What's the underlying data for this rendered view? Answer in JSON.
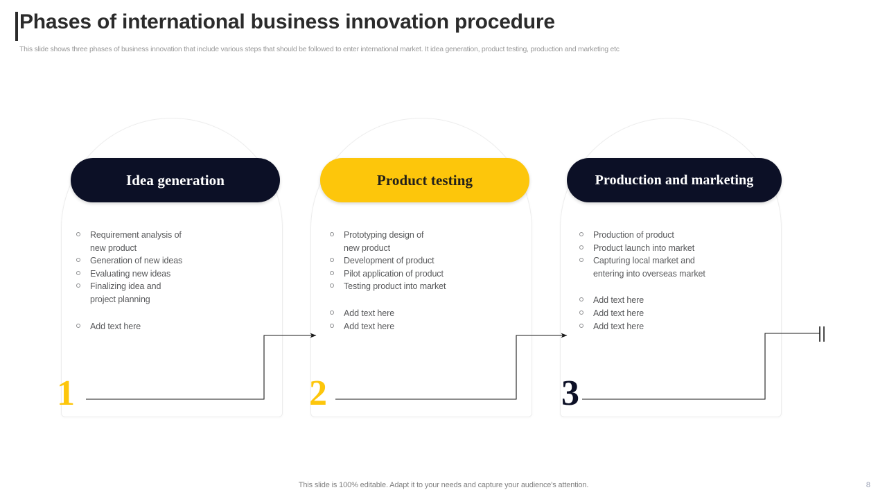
{
  "slide": {
    "title": "Phases of international business innovation procedure",
    "subtitle": "This slide shows three phases of business innovation that include various steps that should be followed to enter international market. It idea generation, product testing, production and marketing etc",
    "footer_note": "This slide is 100% editable. Adapt it to your needs and capture your audience's attention.",
    "page_number": "8"
  },
  "colors": {
    "navy": "#0c1026",
    "yellow": "#fdc60b",
    "title": "#2b2b2b",
    "body_text": "#58595b",
    "muted": "#9a9a9a",
    "card_border": "#ededed"
  },
  "columns": [
    {
      "step": "1",
      "step_color": "#fdc60b",
      "header": "Idea generation",
      "header_style": "dark",
      "bullets_primary": [
        "Requirement analysis of\nnew product",
        "Generation of new ideas",
        "Evaluating new ideas",
        "Finalizing idea and\nproject planning"
      ],
      "bullets_secondary": [
        "Add text here"
      ]
    },
    {
      "step": "2",
      "step_color": "#fdc60b",
      "header": "Product testing",
      "header_style": "yellow",
      "bullets_primary": [
        "Prototyping design of\nnew product",
        "Development of product",
        "Pilot application of product",
        "Testing product into market"
      ],
      "bullets_secondary": [
        "Add text here",
        "Add text here"
      ]
    },
    {
      "step": "3",
      "step_color": "#0c1026",
      "header": "Production and marketing",
      "header_style": "dark",
      "bullets_primary": [
        "Production of product",
        "Product launch into market",
        "Capturing local market and\nentering into overseas market"
      ],
      "bullets_secondary": [
        "Add text here",
        "Add text here",
        "Add text here"
      ]
    }
  ],
  "connectors": [
    {
      "name": "connector-1-to-2",
      "end": "arrow"
    },
    {
      "name": "connector-2-to-3",
      "end": "arrow"
    },
    {
      "name": "connector-3-terminator",
      "end": "bar"
    }
  ]
}
